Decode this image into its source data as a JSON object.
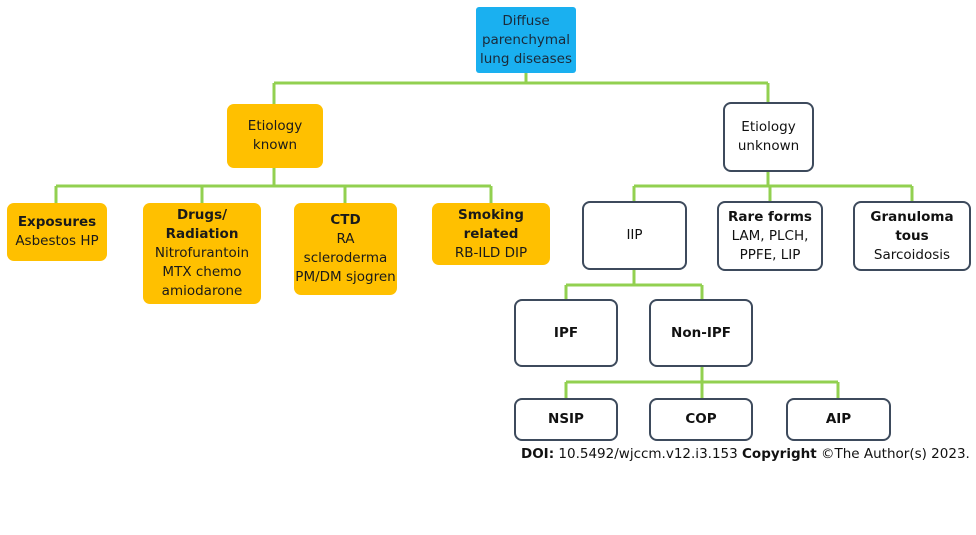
{
  "root": {
    "lines": [
      "Diffuse",
      "parenchymal",
      "lung diseases"
    ]
  },
  "known": {
    "lines": [
      "Etiology",
      "known"
    ]
  },
  "unknown": {
    "lines": [
      "Etiology",
      "unknown"
    ]
  },
  "exposures": {
    "title": "Exposures",
    "text": "Asbestos HP"
  },
  "drugs": {
    "title": [
      "Drugs/",
      "Radiation"
    ],
    "lines": [
      "Nitrofurantoin",
      "MTX chemo",
      "amiodarone"
    ]
  },
  "ctd": {
    "title": "CTD",
    "lines": [
      "RA",
      "scleroderma",
      "PM/DM sjogren"
    ]
  },
  "smoking": {
    "title": [
      "Smoking",
      "related"
    ],
    "text": "RB-ILD DIP"
  },
  "iip": {
    "label": "IIP"
  },
  "rare": {
    "title": "Rare forms",
    "lines": [
      "LAM, PLCH,",
      "PPFE, LIP"
    ]
  },
  "granuloma": {
    "title": [
      "Granuloma",
      "tous"
    ],
    "text": "Sarcoidosis"
  },
  "ipf": {
    "label": "IPF"
  },
  "nonipf": {
    "label": "Non-IPF"
  },
  "nsip": {
    "label": "NSIP"
  },
  "cop": {
    "label": "COP"
  },
  "aip": {
    "label": "AIP"
  },
  "footer": {
    "doi_label": "DOI:",
    "doi_value": " 10.5492/wjccm.v12.i3.153 ",
    "copyright_label": "Copyright",
    "copyright_text": " ©The Author(s) 2023."
  },
  "colors": {
    "connector": "#92d050",
    "orange": "#ffc000",
    "blue": "#1ab0f0",
    "outline": "#3d4a5c"
  }
}
